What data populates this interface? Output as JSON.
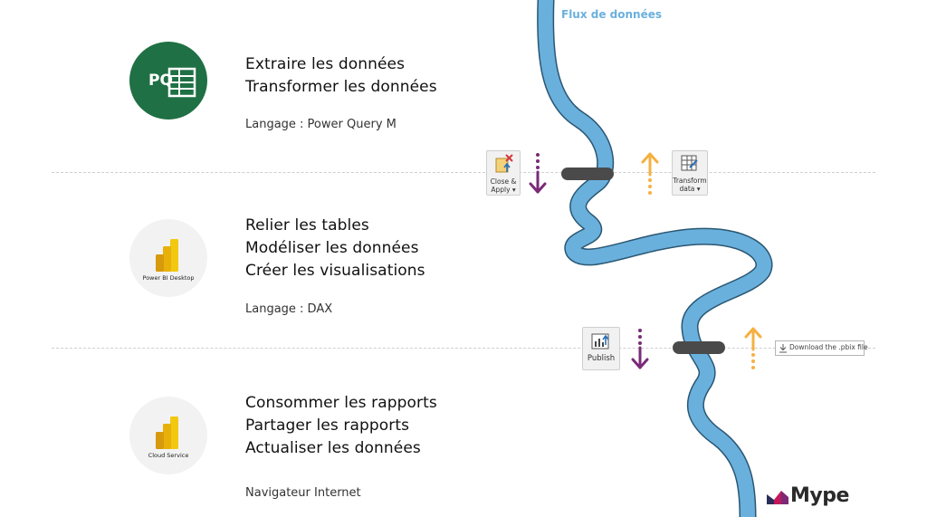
{
  "flow_label": "Flux de données",
  "sections": [
    {
      "logo_text": "PQ",
      "headings": [
        "Extraire les données",
        "Transformer les données"
      ],
      "language": "Langage : Power Query M"
    },
    {
      "logo_caption": "Power BI Desktop",
      "headings": [
        "Relier les tables",
        "Modéliser les données",
        "Créer les visualisations"
      ],
      "language": "Langage : DAX"
    },
    {
      "logo_caption": "Cloud Service",
      "headings": [
        "Consommer les rapports",
        "Partager les rapports",
        "Actualiser les données"
      ],
      "language": "Navigateur Internet"
    }
  ],
  "buttons": {
    "close_apply": [
      "Close &",
      "Apply ▾"
    ],
    "transform_data": [
      "Transform",
      "data ▾"
    ],
    "publish": "Publish",
    "download": "Download the .pbix file"
  },
  "brand": "Mype",
  "colors": {
    "river": "#6ab0dd",
    "power_query_green": "#1f7044",
    "arrow_down": "#7b2a78",
    "arrow_up": "#f5b041",
    "dam": "#4a4a4a",
    "divider": "#cfcfcf",
    "powerbi_yellow": "#f2c811"
  },
  "icons": [
    "powerquery-excel-icon",
    "powerbi-icon",
    "close-apply-icon",
    "transform-data-icon",
    "publish-icon",
    "download-icon",
    "mype-logo-icon"
  ]
}
